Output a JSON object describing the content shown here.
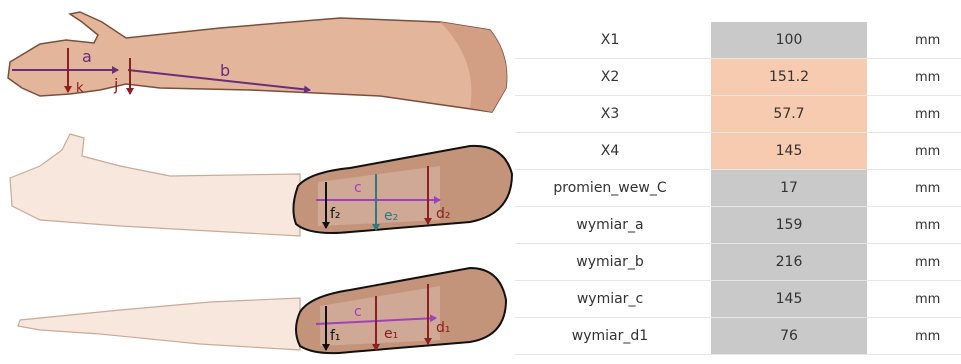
{
  "illustration": {
    "arm1_labels": {
      "a": "a",
      "b": "b",
      "j": "j",
      "k": "k"
    },
    "arm2_labels": {
      "c": "c",
      "e": "e₂",
      "d": "d₂",
      "f": "f₂"
    },
    "arm3_labels": {
      "c": "c",
      "e": "e₁",
      "d": "d₁",
      "f": "f₁"
    }
  },
  "colors": {
    "editable": "#f7cbb0",
    "readonly": "#c9c9c9",
    "skin": "#e3b69b",
    "skin_dark": "#c4947a",
    "skin_light": "#f7e7dc",
    "cast": "#b99082"
  },
  "params": [
    {
      "name": "X1",
      "value": "100",
      "unit": "mm",
      "editable": false
    },
    {
      "name": "X2",
      "value": "151.2",
      "unit": "mm",
      "editable": true
    },
    {
      "name": "X3",
      "value": "57.7",
      "unit": "mm",
      "editable": true
    },
    {
      "name": "X4",
      "value": "145",
      "unit": "mm",
      "editable": true
    },
    {
      "name": "promien_wew_C",
      "value": "17",
      "unit": "mm",
      "editable": false
    },
    {
      "name": "wymiar_a",
      "value": "159",
      "unit": "mm",
      "editable": false
    },
    {
      "name": "wymiar_b",
      "value": "216",
      "unit": "mm",
      "editable": false
    },
    {
      "name": "wymiar_c",
      "value": "145",
      "unit": "mm",
      "editable": false
    },
    {
      "name": "wymiar_d1",
      "value": "76",
      "unit": "mm",
      "editable": false
    }
  ]
}
